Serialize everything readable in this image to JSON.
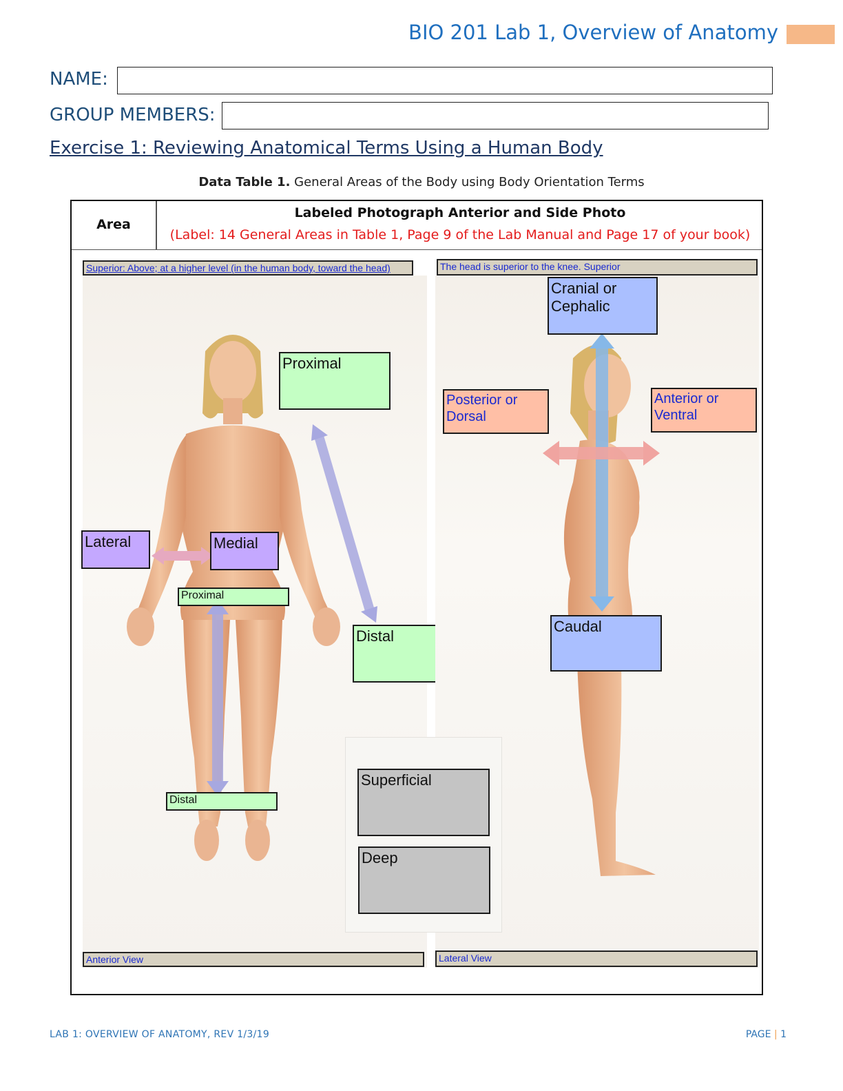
{
  "header": {
    "title": "BIO 201 Lab 1, Overview of Anatomy"
  },
  "form": {
    "name_label": "NAME:",
    "group_label": "GROUP MEMBERS:"
  },
  "exercise": {
    "heading": "Exercise 1: Reviewing Anatomical Terms Using a Human Body"
  },
  "caption": {
    "bold": "Data Table 1.",
    "text": " General Areas of the Body using Body Orientation Terms"
  },
  "table": {
    "col_area": "Area",
    "col_main": "Labeled Photograph Anterior and Side Photo",
    "col_sub": "(Label: 14 General Areas in Table 1, Page 9 of the Lab Manual and Page 17 of your book)"
  },
  "anterior": {
    "top_note": "Superior: Above; at a higher level (in the human body, toward the head)",
    "bottom_label": "Anterior View",
    "labels": {
      "proximal_arm": "Proximal",
      "lateral": "Lateral",
      "medial": "Medial",
      "proximal_leg": "Proximal",
      "distal_arm": "Distal",
      "distal_leg": "Distal"
    }
  },
  "inset": {
    "superficial": "Superficial",
    "deep": "Deep"
  },
  "lateral": {
    "top_note": "The head is superior to the knee. Superior",
    "bottom_label": "Lateral View",
    "labels": {
      "cranial": "Cranial or Cephalic",
      "posterior": "Posterior or Dorsal",
      "anterior": "Anterior or Ventral",
      "caudal": "Caudal"
    }
  },
  "footer": {
    "left": "LAB 1: OVERVIEW OF ANATOMY, REV 1/3/19",
    "page_word": "PAGE",
    "page_sep": "|",
    "page_num": "1"
  }
}
